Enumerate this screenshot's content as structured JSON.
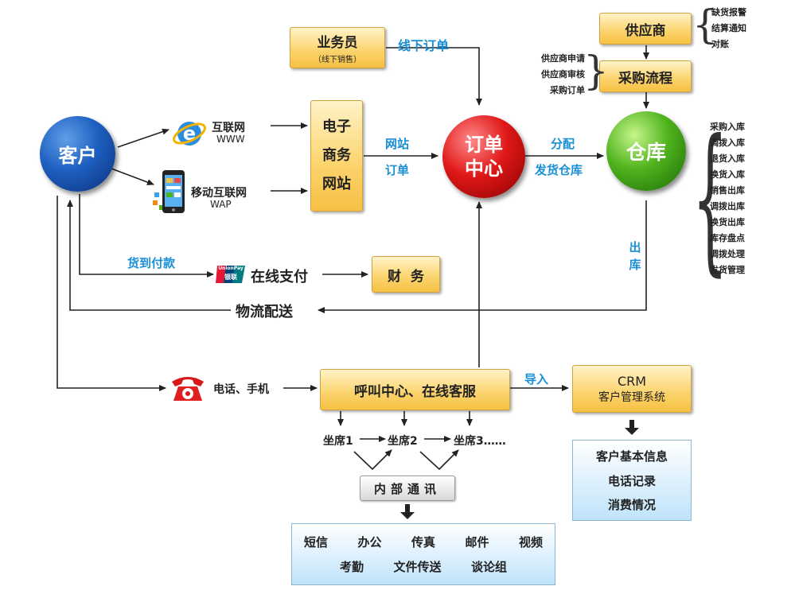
{
  "nodes": {
    "customer": "客户",
    "order_center": [
      "订单",
      "中心"
    ],
    "warehouse": "仓库",
    "salesman": {
      "title": "业务员",
      "subtitle": "（线下销售）"
    },
    "ecommerce": [
      "电子",
      "商务",
      "网站"
    ],
    "supplier": "供应商",
    "purchase": "采购流程",
    "finance": "财  务",
    "call_center": "呼叫中心、在线客服",
    "crm": {
      "title": "CRM",
      "subtitle": "客户管理系统"
    },
    "internal": "内部通讯"
  },
  "channels": {
    "internet": {
      "name": "互联网",
      "sub": "WWW"
    },
    "mobile": {
      "name": "移动互联网",
      "sub": "WAP"
    },
    "unionpay": {
      "brand": "UnionPay",
      "cn": "银联",
      "label": "在线支付"
    },
    "phone": "电话、手机"
  },
  "labels": {
    "offline_order": "线下订单",
    "website_order": [
      "网站",
      "订单"
    ],
    "dispatch": [
      "分配",
      "发货仓库"
    ],
    "cod": "货到付款",
    "logistics": "物流配送",
    "outbound": [
      "出",
      "库"
    ],
    "import": "导入"
  },
  "supplier_functions": [
    "缺货报警",
    "结算通知",
    "对账"
  ],
  "purchase_inputs": [
    "供应商申请",
    "供应商审核",
    "采购订单"
  ],
  "warehouse_functions": [
    "采购入库",
    "调拨入库",
    "退货入库",
    "换货入库",
    "销售出库",
    "调拨出库",
    "换货出库",
    "库存盘点",
    "调拨处理",
    "发货管理"
  ],
  "seats": [
    "坐席1",
    "坐席2",
    "坐席3……"
  ],
  "crm_items": [
    "客户基本信息",
    "电话记录",
    "消费情况"
  ],
  "comm_row1": [
    "短信",
    "办公",
    "传真",
    "邮件",
    "视频"
  ],
  "comm_row2": [
    "考勤",
    "文件传送",
    "谈论组"
  ],
  "colors": {
    "customer": "#1d5fc0",
    "order_center": "#e01818",
    "warehouse": "#4fb31c",
    "label_blue": "#1a8fd6",
    "box_yellow": "#fbd36b"
  }
}
